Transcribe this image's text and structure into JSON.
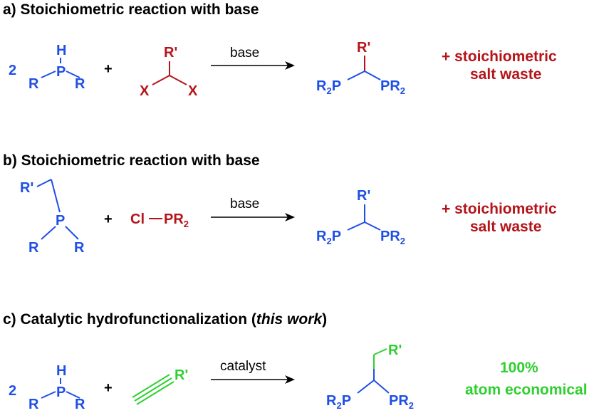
{
  "sections": {
    "a": {
      "prefix": "a) ",
      "title": "Stoichiometric reaction with base",
      "reagent_count": "2",
      "phosphine_h": "H",
      "phosphine_p": "P",
      "phosphine_r": "R",
      "plus": "+",
      "substrate_r": "R'",
      "substrate_x": "X",
      "arrow_label": "base",
      "product_r": "R'",
      "product_left": "R",
      "product_left_sub": "2",
      "product_left_p": "P",
      "product_right": "PR",
      "product_right_sub": "2",
      "note_line1": "+ stoichiometric",
      "note_line2": "salt waste"
    },
    "b": {
      "prefix": "b) ",
      "title": "Stoichiometric reaction with base",
      "reagent_r": "R'",
      "reagent_p": "P",
      "reagent_sub_r": "R",
      "plus": "+",
      "chloro": "Cl",
      "chloro_pr": "PR",
      "chloro_sub": "2",
      "arrow_label": "base",
      "product_r": "R'",
      "product_left": "R",
      "product_left_sub": "2",
      "product_left_p": "P",
      "product_right": "PR",
      "product_right_sub": "2",
      "note_line1": "+ stoichiometric",
      "note_line2": "salt waste"
    },
    "c": {
      "prefix": "c) ",
      "title": "Catalytic hydrofunctionalization (",
      "title_italic": "this work",
      "title_end": ")",
      "reagent_count": "2",
      "phosphine_h": "H",
      "phosphine_p": "P",
      "phosphine_r": "R",
      "plus": "+",
      "alkyne_r": "R'",
      "arrow_label": "catalyst",
      "product_r": "R'",
      "product_left": "R",
      "product_left_sub": "2",
      "product_left_p": "P",
      "product_right": "PR",
      "product_right_sub": "2",
      "note_line1": "100%",
      "note_line2": "atom economical"
    }
  },
  "colors": {
    "phosphorus_blue": "#1f4fe6",
    "reagent_red": "#b4141a",
    "alkyne_green": "#2fcf2f",
    "text_black": "#000000"
  }
}
